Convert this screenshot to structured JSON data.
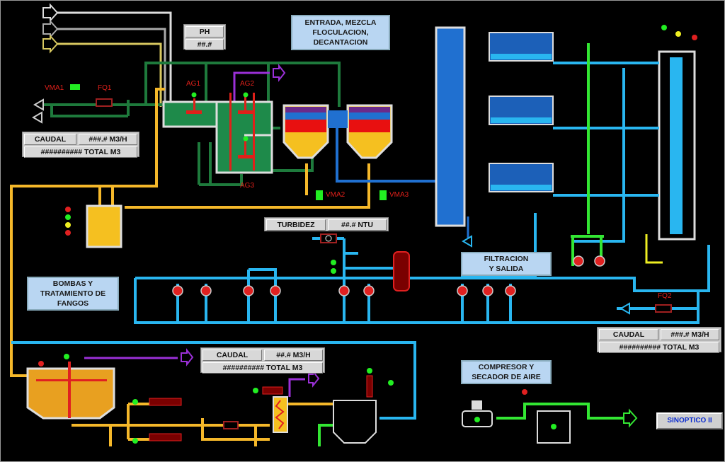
{
  "header": {
    "title": "ENTRADA, MEZCLA\nFLOCULACION,\nDECANTACION"
  },
  "ph_panel": {
    "label": "PH",
    "value": "##.#"
  },
  "tags": {
    "vma1": "VMA1",
    "fq1": "FQ1",
    "ag1": "AG1",
    "ag2": "AG2",
    "ag3": "AG3",
    "vma2": "VMA2",
    "vma3": "VMA3",
    "fq2": "FQ2"
  },
  "flow_panels": [
    {
      "label": "CAUDAL",
      "rate": "###.#  M3/H",
      "total": "##########  TOTAL M3"
    },
    {
      "label": "CAUDAL",
      "rate": "##.#  M3/H",
      "total": "##########  TOTAL M3"
    },
    {
      "label": "CAUDAL",
      "rate": "###.#  M3/H",
      "total": "##########  TOTAL M3"
    }
  ],
  "turbidity_panel": {
    "label": "TURBIDEZ",
    "value": "##.#  NTU"
  },
  "sections": {
    "filtration": "FILTRACION\nY SALIDA",
    "sludge": "BOMBAS Y\nTRATAMIENTO DE\nFANGOS",
    "compressor": "COMPRESOR Y\nSECADOR DE AIRE"
  },
  "nav": {
    "sinoptico_label": "SINOPTICO II"
  },
  "colors": {
    "background": "#000000",
    "water_blue": "#29b6f0",
    "sludge_yellow": "#f5b82a",
    "green_pipe": "#1e7a3c",
    "air_green": "#33e633",
    "alarm_red": "#e0201a",
    "status_green": "#22ee22",
    "title_box": "#b9d6f2"
  }
}
